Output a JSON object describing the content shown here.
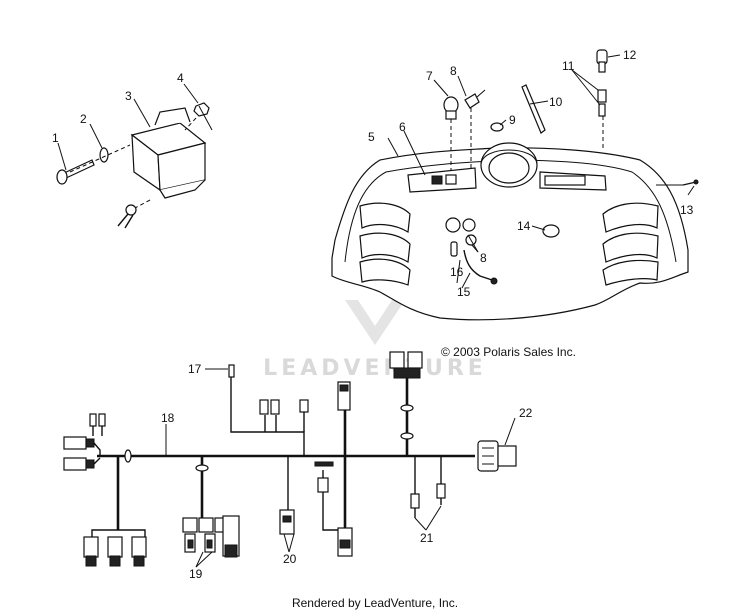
{
  "callouts": {
    "c1": "1",
    "c2": "2",
    "c3": "3",
    "c4": "4",
    "c5": "5",
    "c6": "6",
    "c7": "7",
    "c8a": "8",
    "c8b": "8",
    "c9": "9",
    "c10": "10",
    "c11": "11",
    "c12": "12",
    "c13": "13",
    "c14": "14",
    "c15": "15",
    "c16": "16",
    "c17": "17",
    "c18": "18",
    "c19": "19",
    "c20": "20",
    "c21": "21",
    "c22": "22"
  },
  "copyright": "© 2003 Polaris Sales Inc.",
  "watermark": "LEADVENTURE",
  "footer": "Rendered by LeadVenture, Inc."
}
